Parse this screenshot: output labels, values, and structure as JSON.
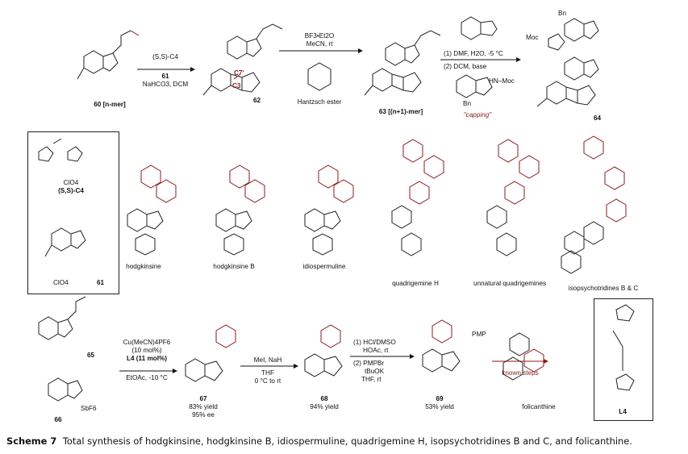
{
  "caption": {
    "label": "Scheme 7",
    "text": "Total synthesis of hodgkinsine, hodgkinsine B, idiospermuline, quadrigemine H, isopsychotridines B and C, and folicanthine."
  },
  "row1": {
    "cpd60": "60 [n-mer]",
    "reagent1_top": "(S,S)-C4",
    "reagent1_mid": "61",
    "reagent1_bot": "NaHCO3, DCM",
    "cpd62": "62",
    "c7": "C7'",
    "c3": "C3",
    "reagent2_top": "BF3•Et2O",
    "reagent2_mid": "MeCN, rt",
    "hantzsch": "Hantzsch ester",
    "cpd63": "63 [(n+1)-mer]",
    "reagent3_a": "(1) DMF, H2O, -5 °C",
    "reagent3_b": "(2) DCM, base",
    "capping": "\"capping\"",
    "cpd64": "64",
    "moc": "Moc",
    "bn": "Bn",
    "nhmoc": "HN–Moc"
  },
  "row2": {
    "catalyst_label": "(S,S)-C4",
    "clo4": "ClO4",
    "cpd61": "61",
    "natural_products": [
      "hodgkinsine",
      "hodgkinsine B",
      "idiospermuline",
      "quadrigemine H",
      "unnatural quadrigemines",
      "isopsychotridines B & C"
    ]
  },
  "row3": {
    "cpd65": "65",
    "cpd66": "66",
    "sbf6": "SbF6",
    "reagent1_a": "Cu(MeCN)4PF6",
    "reagent1_b": "(10 mol%)",
    "reagent1_c": "L4 (11 mol%)",
    "reagent1_d": "EtOAc, -10 °C",
    "cpd67": "67",
    "yield67": "83% yield",
    "ee67": "95% ee",
    "reagent2_a": "MeI, NaH",
    "reagent2_b": "THF",
    "reagent2_c": "0 °C to rt",
    "cpd68": "68",
    "yield68": "94% yield",
    "reagent3_a": "(1) HCl/DMSO",
    "reagent3_b": "HOAc, rt",
    "reagent3_c": "(2) PMPBr",
    "reagent3_d": "tBuOK",
    "reagent3_e": "THF, rt",
    "cpd69": "69",
    "yield69": "53% yield",
    "known_steps": "known steps",
    "folicanthine": "folicanthine",
    "ligand": "L4",
    "pmp": "PMP"
  }
}
